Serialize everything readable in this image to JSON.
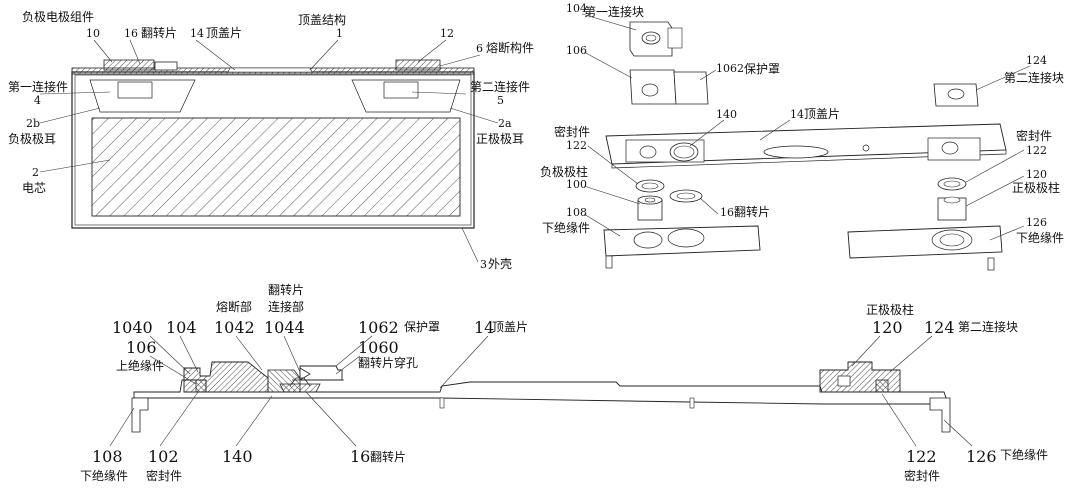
{
  "fig1": {
    "labels": {
      "neg_electrode_assembly": "负极电极组件",
      "n10": "10",
      "n16": "16",
      "flip_sheet": "翻转片",
      "n14": "14",
      "top_cover_sheet": "顶盖片",
      "top_cover_structure": "顶盖结构",
      "n1": "1",
      "n12": "12",
      "n6": "6",
      "fuse_member": "熔断构件",
      "first_connector": "第一连接件",
      "n4": "4",
      "second_connector": "第二连接件",
      "n5": "5",
      "n2b": "2b",
      "neg_tab": "负极极耳",
      "n2a": "2a",
      "pos_tab": "正极极耳",
      "n2": "2",
      "cell_core": "电芯",
      "n3": "3",
      "shell": "外壳"
    }
  },
  "fig2": {
    "labels": {
      "n104": "104",
      "first_connect_block": "第一连接块",
      "n106": "106",
      "n1062": "1062",
      "protective_cover": "保护罩",
      "n124": "124",
      "second_connect_block": "第二连接块",
      "seal_left": "密封件",
      "n140": "140",
      "n14": "14",
      "top_cover_sheet": "顶盖片",
      "seal_right": "密封件",
      "n122a": "122",
      "n122b": "122",
      "neg_pole": "负极极柱",
      "n120": "120",
      "pos_pole": "正极极柱",
      "n100": "100",
      "n16": "16",
      "flip_sheet": "翻转片",
      "n108": "108",
      "lower_insulator_left": "下绝缘件",
      "n126": "126",
      "lower_insulator_right": "下绝缘件"
    }
  },
  "fig3": {
    "labels": {
      "n1040": "1040",
      "n104": "104",
      "fuse_part": "熔断部",
      "n1042": "1042",
      "flip_connect_part_1": "翻转片",
      "flip_connect_part_2": "连接部",
      "n1044": "1044",
      "n1062": "1062",
      "protective_cover": "保护罩",
      "n14": "14",
      "top_cover_sheet": "顶盖片",
      "pos_pole": "正极极柱",
      "n120": "120",
      "n124": "124",
      "second_connect_block": "第二连接块",
      "n106": "106",
      "upper_insulator": "上绝缘件",
      "n1060": "1060",
      "flip_hole": "翻转片穿孔",
      "n108": "108",
      "lower_insulator_left": "下绝缘件",
      "n102": "102",
      "seal_left": "密封件",
      "n140": "140",
      "n16": "16",
      "flip_sheet": "翻转片",
      "n122": "122",
      "seal_right": "密封件",
      "n126": "126",
      "lower_insulator_right": "下绝缘件"
    }
  }
}
